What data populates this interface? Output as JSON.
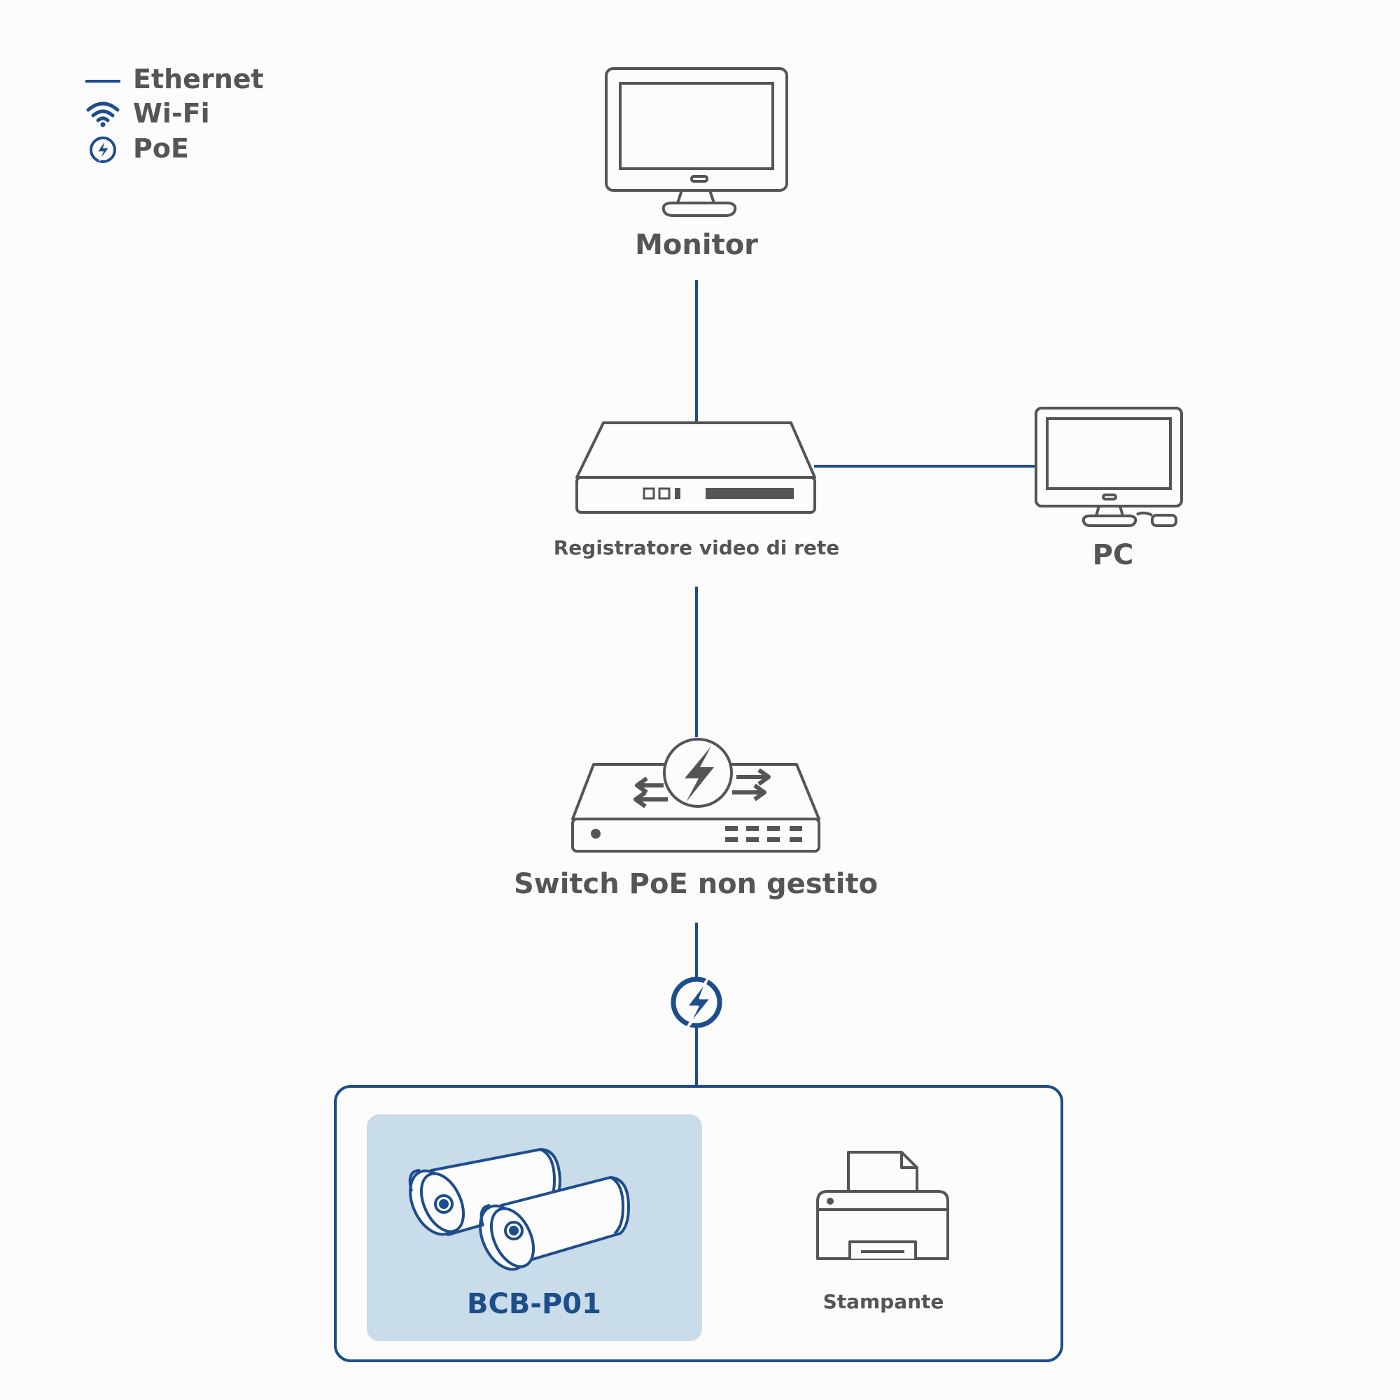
{
  "legend": {
    "ethernet_label": "Ethernet",
    "wifi_label": "Wi-Fi",
    "poe_label": "PoE"
  },
  "nodes": {
    "monitor": "Monitor",
    "nvr": "Registratore video di rete",
    "pc": "PC",
    "switch": "Switch PoE non gestito",
    "camera": "BCB-P01",
    "printer": "Stampante"
  },
  "icons": {
    "legend_ethernet": "ethernet-line-icon",
    "legend_wifi": "wifi-icon",
    "legend_poe": "poe-bolt-icon",
    "monitor": "monitor-icon",
    "nvr": "network-video-recorder-icon",
    "pc": "pc-icon",
    "switch": "poe-switch-icon",
    "link_poe": "poe-bolt-icon",
    "camera": "bullet-camera-icon",
    "printer": "printer-icon"
  },
  "colors": {
    "line": "#1e4d8c",
    "device_stroke": "#555555",
    "camera_highlight": "#c8dce9",
    "camera_label": "#1e4d8c",
    "background": "#fcfcfc"
  }
}
